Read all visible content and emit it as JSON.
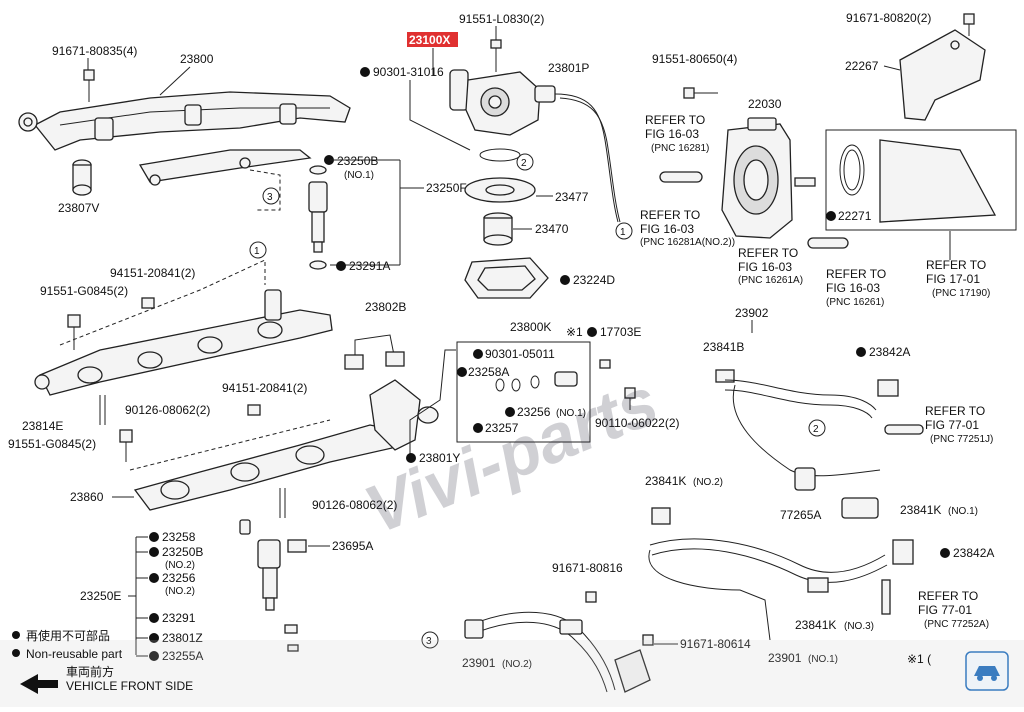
{
  "parts": {
    "p91671_80835": "91671-80835(4)",
    "p23800": "23800",
    "p23807V": "23807V",
    "p23250B": "23250B",
    "p23250B_note": "(NO.1)",
    "p23250F": "23250F",
    "p23291A": "23291A",
    "p23100X": "23100X",
    "p91551_L0830": "91551-L0830(2)",
    "p90301_31016": "90301-31016",
    "p23801P": "23801P",
    "p23477": "23477",
    "p23470": "23470",
    "p23224D": "23224D",
    "p91551_80650": "91551-80650(4)",
    "p22030": "22030",
    "p91671_80820": "91671-80820(2)",
    "p22267": "22267",
    "p22271": "22271",
    "p94151_20841_a": "94151-20841(2)",
    "p91551_G0845_a": "91551-G0845(2)",
    "p23802B": "23802B",
    "p23800K": "23800K",
    "p17703E": "17703E",
    "mark_x1": "※1",
    "p90301_05011": "90301-05011",
    "p23258A": "23258A",
    "p23256_a": "23256",
    "p23256_a_note": "(NO.1)",
    "p23257": "23257",
    "p90110_06022": "90110-06022(2)",
    "p23801Y": "23801Y",
    "p23814E": "23814E",
    "p90126_08062_a": "90126-08062(2)",
    "p94151_20841_b": "94151-20841(2)",
    "p91551_G0845_b": "91551-G0845(2)",
    "p23860": "23860",
    "p90126_08062_b": "90126-08062(2)",
    "p23258": "23258",
    "p23250B_2": "23250B",
    "p23250B_2_note": "(NO.2)",
    "p23256_b": "23256",
    "p23256_b_note": "(NO.2)",
    "p23250E": "23250E",
    "p23291": "23291",
    "p23801Z": "23801Z",
    "p23255A": "23255A",
    "p23695A": "23695A",
    "p23902": "23902",
    "p23841B": "23841B",
    "p23842A_a": "23842A",
    "p77265A": "77265A",
    "p23841K_1": "23841K",
    "p23841K_1_note": "(NO.1)",
    "p23841K_2": "23841K",
    "p23841K_2_note": "(NO.2)",
    "p23842A_b": "23842A",
    "p23841K_3": "23841K",
    "p23841K_3_note": "(NO.3)",
    "p91671_80816": "91671-80816",
    "p91671_80614": "91671-80614",
    "p23901_1": "23901",
    "p23901_1_note": "(NO.1)",
    "p23901_2": "23901",
    "p23901_2_note": "(NO.2)",
    "tail_mark": "※1 ("
  },
  "refs": {
    "r1_head": "REFER TO",
    "r1_fig": "FIG 16-03",
    "r1_pnc": "(PNC 16281)",
    "r2_head": "REFER TO",
    "r2_fig": "FIG 16-03",
    "r2_pnc": "(PNC 16281A(NO.2))",
    "r3_head": "REFER TO",
    "r3_fig": "FIG 16-03",
    "r3_pnc": "(PNC 16261A)",
    "r4_head": "REFER TO",
    "r4_fig": "FIG 16-03",
    "r4_pnc": "(PNC 16261)",
    "r5_head": "REFER TO",
    "r5_fig": "FIG 17-01",
    "r5_pnc": "(PNC 17190)",
    "r6_head": "REFER TO",
    "r6_fig": "FIG 77-01",
    "r6_pnc": "(PNC 77251J)",
    "r7_head": "REFER TO",
    "r7_fig": "FIG 77-01",
    "r7_pnc": "(PNC 77252A)"
  },
  "callouts": {
    "c1": "1",
    "c2": "2",
    "c3": "3"
  },
  "legend": {
    "jp_nonreusable": "再使用不可部品",
    "en_nonreusable": "Non-reusable part",
    "jp_front": "車両前方",
    "en_front": "VEHICLE FRONT SIDE"
  },
  "watermark": "Vivi-parts",
  "colors": {
    "highlight": "#e03030",
    "ink": "#222222"
  }
}
